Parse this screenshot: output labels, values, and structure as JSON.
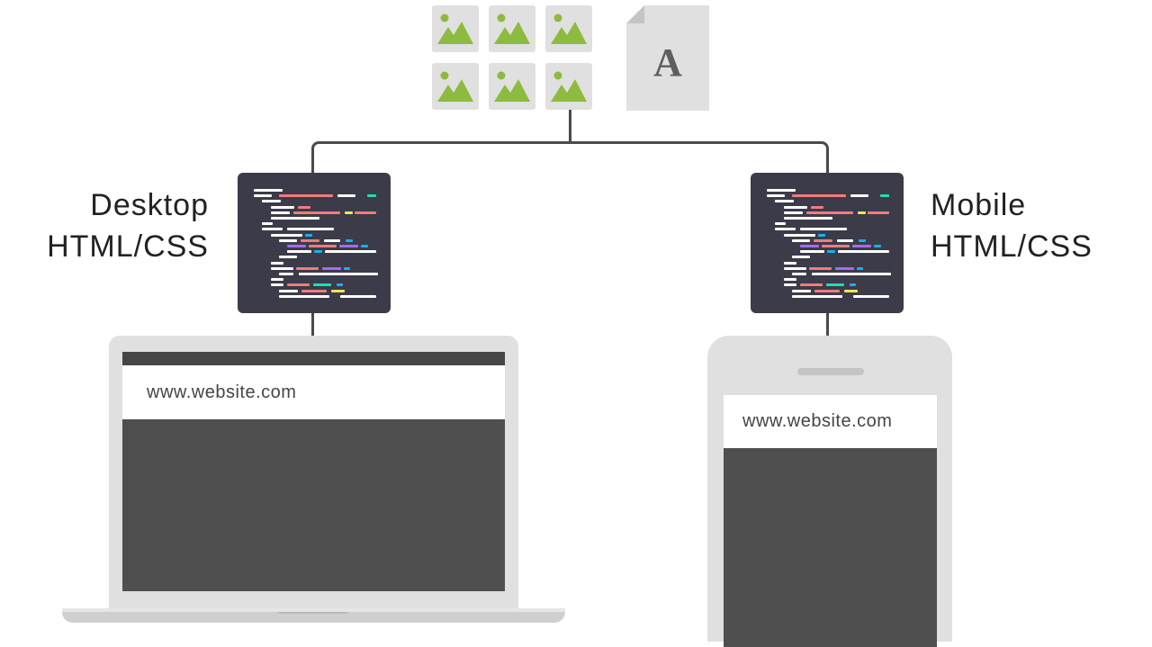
{
  "assets": {
    "images": [
      {
        "icon": "image-icon"
      },
      {
        "icon": "image-icon"
      },
      {
        "icon": "image-icon"
      },
      {
        "icon": "image-icon"
      },
      {
        "icon": "image-icon"
      },
      {
        "icon": "image-icon"
      }
    ],
    "font_file_letter": "A"
  },
  "desktop": {
    "label_line1": "Desktop",
    "label_line2": "HTML/CSS",
    "url": "www.website.com"
  },
  "mobile": {
    "label_line1": "Mobile",
    "label_line2": "HTML/CSS",
    "url": "www.website.com"
  },
  "colors": {
    "image_green": "#8dbb3f",
    "code_bg": "#3b3b49",
    "screen": "#4f4f4f",
    "device": "#e0e0e0",
    "connector": "#4a4a4a"
  }
}
